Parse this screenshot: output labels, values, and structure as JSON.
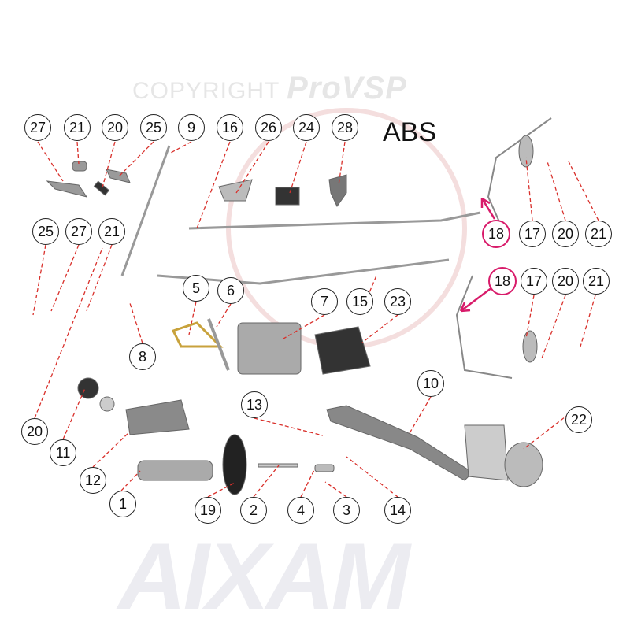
{
  "diagram": {
    "heading": "ABS",
    "watermark": {
      "copyright": "COPYRIGHT",
      "owner": "ProVSP",
      "brand": "AIXAM"
    },
    "accent_color": "#d81b6a",
    "leader_color": "#d9302b",
    "callouts": [
      "27",
      "21",
      "20",
      "25",
      "9",
      "16",
      "26",
      "24",
      "28",
      "18",
      "17",
      "20",
      "21",
      "18",
      "17",
      "20",
      "21",
      "25",
      "27",
      "21",
      "5",
      "6",
      "7",
      "15",
      "23",
      "8",
      "10",
      "13",
      "22",
      "20",
      "11",
      "12",
      "1",
      "19",
      "2",
      "4",
      "3",
      "14"
    ]
  }
}
